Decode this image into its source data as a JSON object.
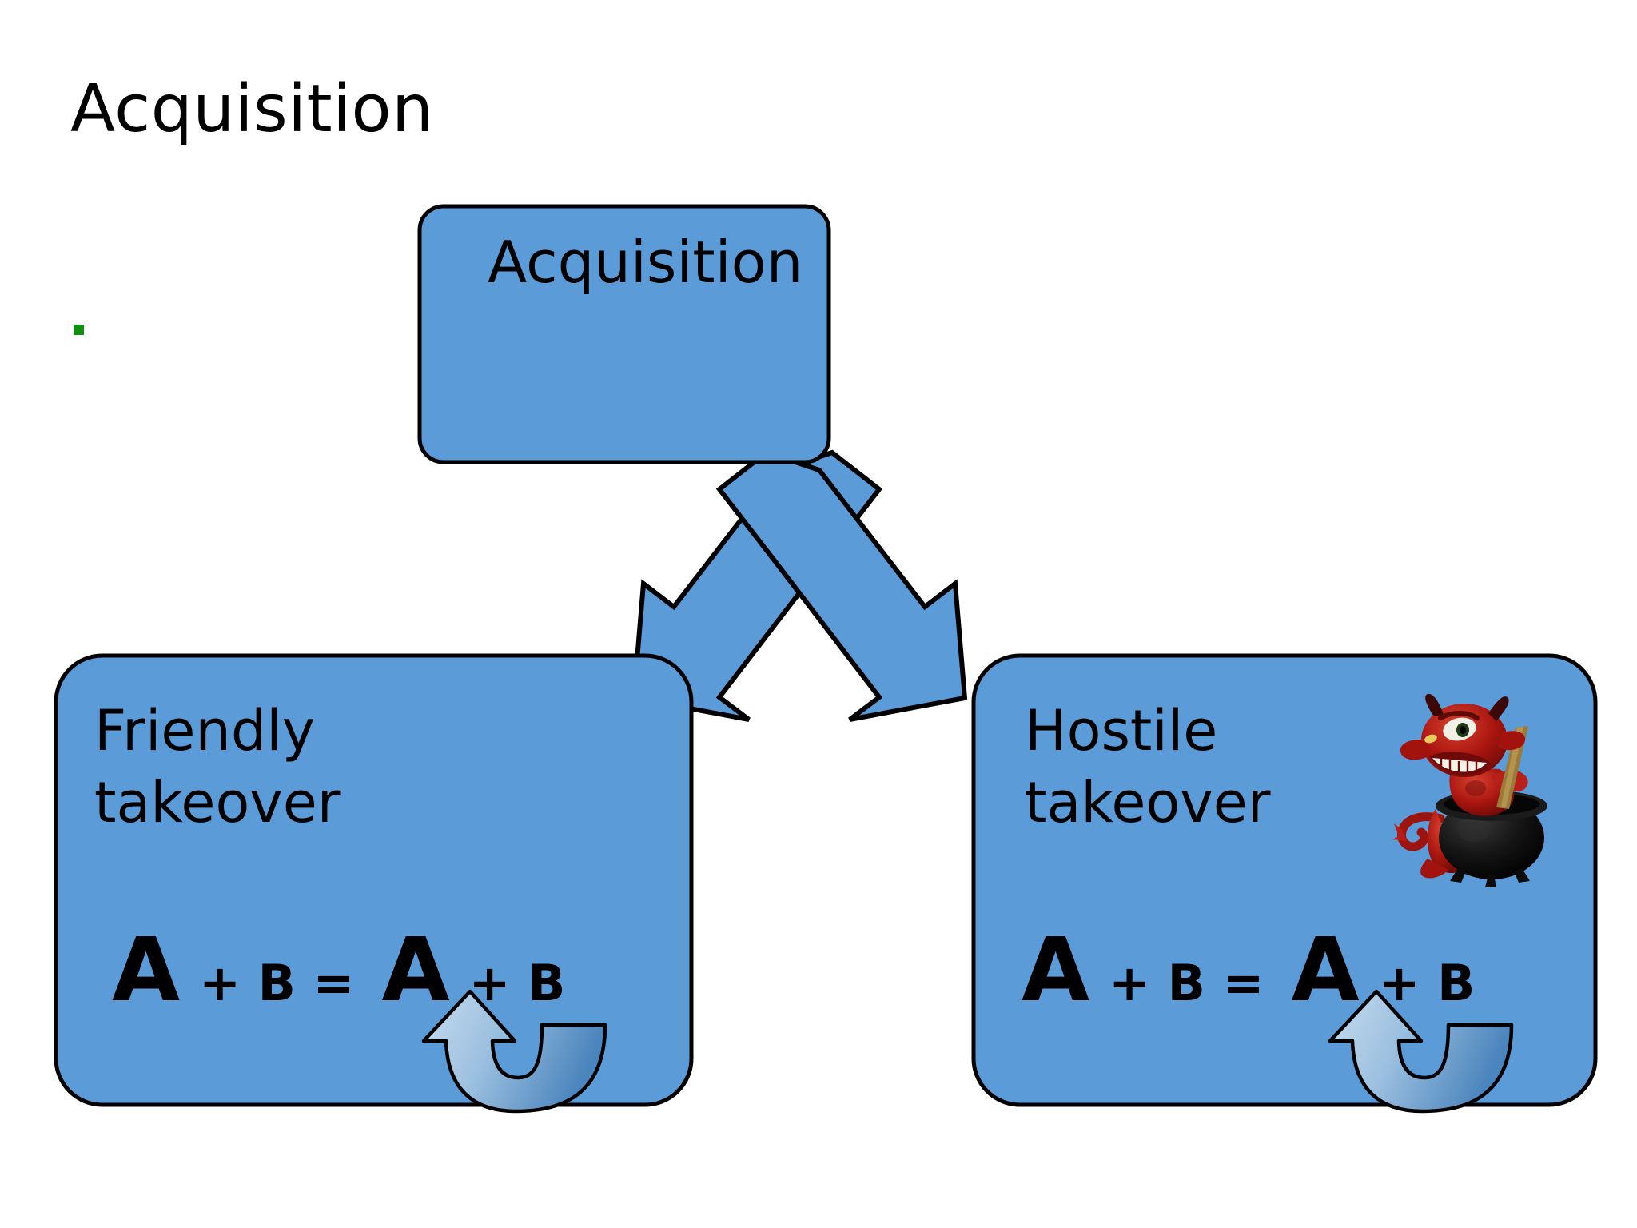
{
  "slide": {
    "title": "Acquisition",
    "background_color": "#FFFFFF",
    "bullet_color": "#118F11"
  },
  "colors": {
    "box_fill": "#5B9BD8",
    "box_border": "#000000",
    "arrow_fill": "#5B9BD8",
    "arrow_border": "#000000",
    "curved_arrow_fill_light": "#BFD6EC",
    "curved_arrow_fill_dark": "#4C86BE",
    "devil_red": "#B01818",
    "devil_red_light": "#D43A2A",
    "cauldron_black": "#141414",
    "stick_brown": "#9A7B3A"
  },
  "diagram": {
    "type": "hierarchy",
    "root": {
      "id": "acquisition-node",
      "label": "Acquisition"
    },
    "children": [
      {
        "id": "friendly-takeover-node",
        "heading": "Friendly\ntakeover",
        "formula": {
          "left_big": "A",
          "left_small": "+ B =",
          "right_big": "A",
          "right_small": "+ B"
        },
        "has_curved_arrow": true,
        "curved_arrow_name": "b-to-a-curved-arrow",
        "has_clipart": false
      },
      {
        "id": "hostile-takeover-node",
        "heading": "Hostile\ntakeover",
        "formula": {
          "left_big": "A",
          "left_small": "+ B =",
          "right_big": "A",
          "right_small": "+ B"
        },
        "has_curved_arrow": true,
        "curved_arrow_name": "b-to-a-curved-arrow",
        "has_clipart": true,
        "clipart_name": "red-devil-cauldron-icon"
      }
    ],
    "connectors": [
      {
        "id": "connector-to-friendly",
        "from": "acquisition-node",
        "to": "friendly-takeover-node",
        "style": "block-arrow-crossing"
      },
      {
        "id": "connector-to-hostile",
        "from": "acquisition-node",
        "to": "hostile-takeover-node",
        "style": "block-arrow-crossing"
      }
    ]
  }
}
